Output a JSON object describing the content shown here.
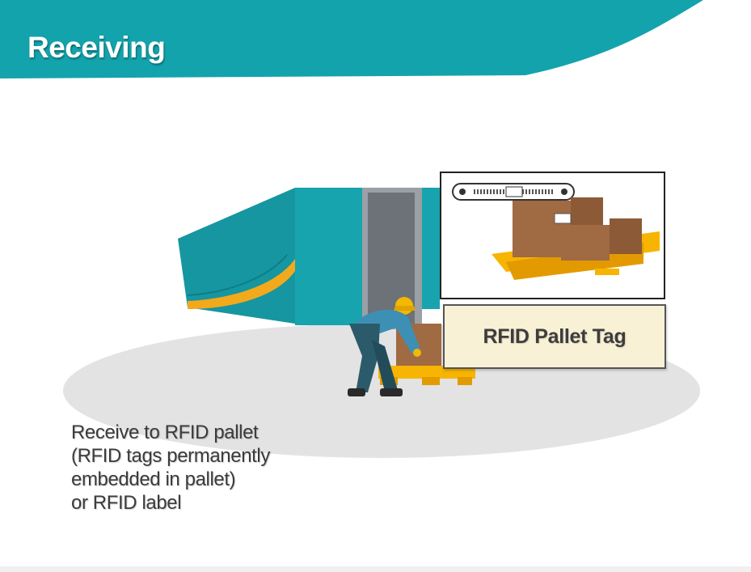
{
  "header": {
    "title": "Receiving",
    "accent_color": "#13a3ad"
  },
  "inset": {
    "tag_label": "RFID Pallet Tag"
  },
  "caption": {
    "lines": [
      "Receive to RFID pallet",
      "(RFID tags permanently",
      "embedded in pallet)",
      "or RFID label"
    ]
  },
  "colors": {
    "truck": "#18a0aa",
    "pallet": "#f7b400",
    "box": "#a06a43",
    "floor": "#e3e3e3",
    "worker_shirt": "#3e8fb4",
    "worker_pants": "#2b5a6b",
    "hard_hat": "#f3b800"
  }
}
